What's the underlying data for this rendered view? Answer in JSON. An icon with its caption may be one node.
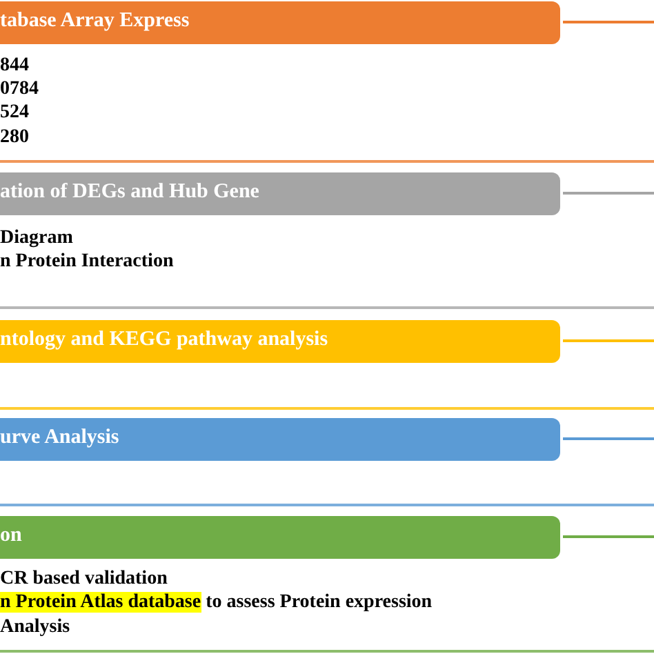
{
  "diagram": {
    "nodes": [
      {
        "text": [
          "tabase Array Express"
        ]
      },
      {
        "text": [
          "ation of DEGs and Hub Gene"
        ]
      },
      {
        "text": [
          "ntology and KEGG pathway analysis"
        ]
      },
      {
        "text": [
          "urve Analysis"
        ]
      },
      {
        "text": [
          "on"
        ]
      }
    ],
    "edges": [
      {
        "from": 0,
        "to": null,
        "arrow": "none",
        "color": "#ed7d31"
      },
      {
        "from": 1,
        "to": null,
        "arrow": "none",
        "color": "#a5a5a5"
      },
      {
        "from": 2,
        "to": null,
        "arrow": "none",
        "color": "#ffc000"
      },
      {
        "from": 3,
        "to": null,
        "arrow": "none",
        "color": "#5b9bd5"
      },
      {
        "from": 4,
        "to": null,
        "arrow": "none",
        "color": "#70ad47"
      }
    ],
    "labels": [
      "844",
      "0784",
      "524",
      "280",
      "Diagram",
      "n Protein Interaction",
      "CR based validation",
      "n Protein Atlas database to assess Protein expression",
      "Analysis"
    ]
  }
}
